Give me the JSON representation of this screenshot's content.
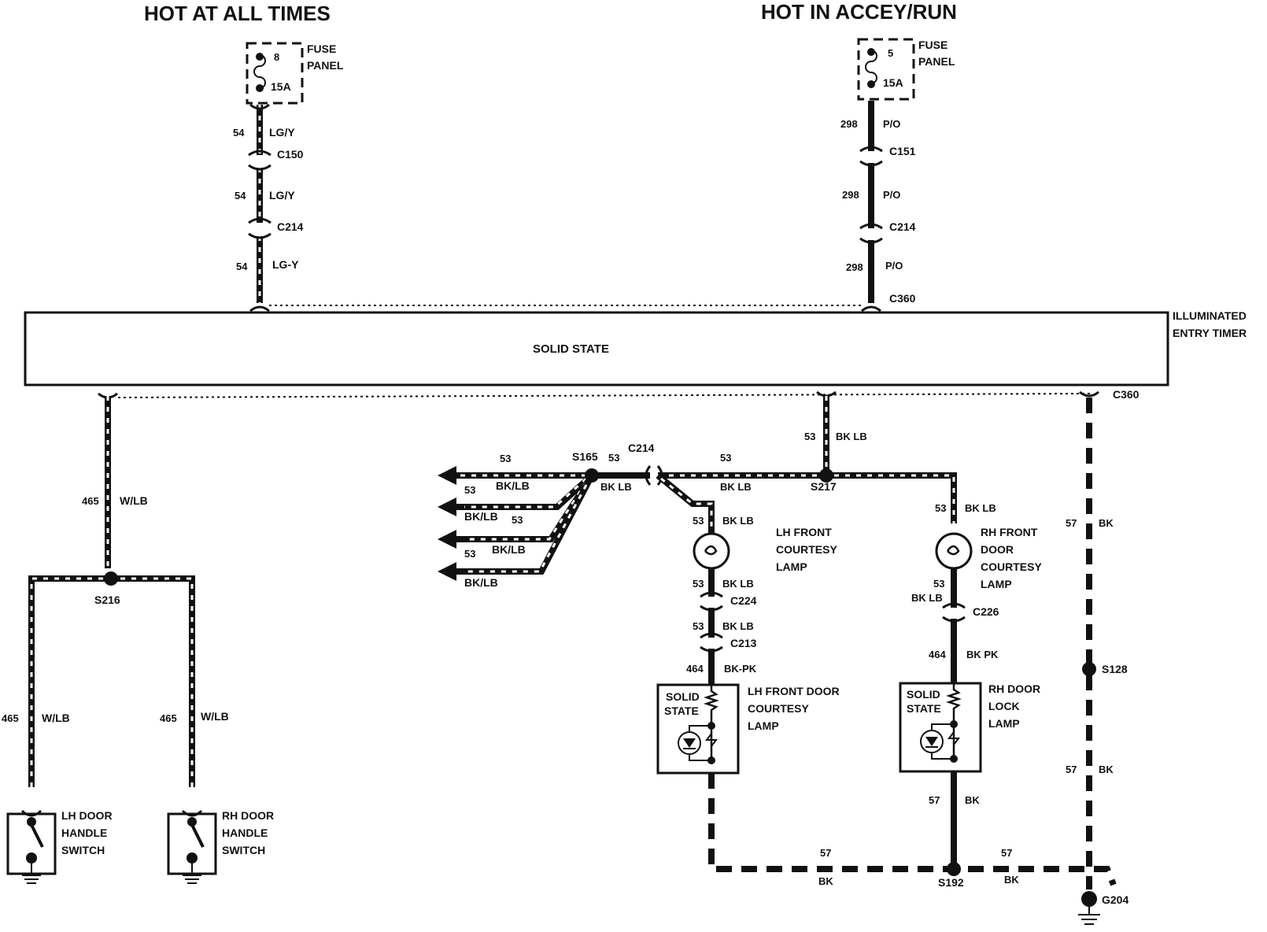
{
  "titles": {
    "left": "HOT AT ALL TIMES",
    "right": "HOT IN ACCEY/RUN"
  },
  "fuses": [
    {
      "number": "8",
      "rating": "15A",
      "label_line1": "FUSE",
      "label_line2": "PANEL"
    },
    {
      "number": "5",
      "rating": "15A",
      "label_line1": "FUSE",
      "label_line2": "PANEL"
    }
  ],
  "left_feed": {
    "circuit": "54",
    "color1": "LG/Y",
    "color2": "LG/Y",
    "color3": "LG-Y",
    "connector1": "C150",
    "connector2": "C214"
  },
  "right_feed": {
    "circuit1": "298",
    "circuit2": "298",
    "circuit3": "298",
    "color1": "P/O",
    "color2": "P/O",
    "color3": "P/O",
    "connector1": "C151",
    "connector2": "C214",
    "connector3": "C360"
  },
  "module": {
    "body_label": "SOLID STATE",
    "name_line1": "ILLUMINATED",
    "name_line2": "ENTRY TIMER",
    "bottom_connector": "C360"
  },
  "handle_circuit": {
    "circuit": "465",
    "color": "W/LB",
    "splice": "S216",
    "left_circuit": "465",
    "left_color": "W/LB",
    "right_circuit": "465",
    "right_color": "W/LB",
    "left_switch": [
      "LH DOOR",
      "HANDLE",
      "SWITCH"
    ],
    "right_switch": [
      "RH DOOR",
      "HANDLE",
      "SWITCH"
    ]
  },
  "lamp_circuit": {
    "splice_s165": "S165",
    "connector_c214": "C214",
    "splice_s217": "S217",
    "circuit": "53",
    "color": "BK/LB",
    "color_alt": "BK LB",
    "branch_labels": [
      {
        "circuit": "53",
        "color": "BK/LB"
      },
      {
        "circuit": "53",
        "color": "BK/LB"
      },
      {
        "circuit": "53",
        "color": "BK/LB"
      },
      {
        "circuit": "53",
        "color": "BK/LB"
      }
    ]
  },
  "lh_lamp_branch": {
    "circuit": "53",
    "color": "BK LB",
    "lamp": [
      "LH FRONT",
      "COURTESY",
      "LAMP"
    ],
    "connector1": "C224",
    "connector2": "C213",
    "circuit_after": "464",
    "color_after": "BK-PK",
    "module_text": [
      "SOLID",
      "STATE"
    ],
    "module_name": [
      "LH FRONT DOOR",
      "COURTESY",
      "LAMP"
    ]
  },
  "rh_lamp_branch": {
    "circuit": "53",
    "color": "BK LB",
    "lamp": [
      "RH FRONT",
      "DOOR",
      "COURTESY",
      "LAMP"
    ],
    "connector1": "C226",
    "circuit_after": "464",
    "color_after": "BK PK",
    "module_text": [
      "SOLID",
      "STATE"
    ],
    "module_name": [
      "RH DOOR",
      "LOCK",
      "LAMP"
    ]
  },
  "ground_circuit": {
    "circuit": "57",
    "color": "BK",
    "splice_s128": "S128",
    "splice_s192": "S192",
    "ground": "G204"
  }
}
